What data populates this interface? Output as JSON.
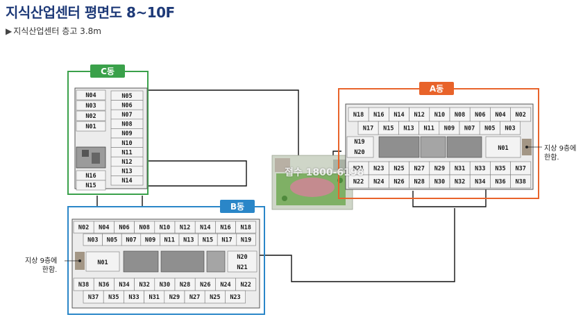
{
  "header": {
    "title": "지식산업센터 평면도 8~10F",
    "subtitle": "지식산업센터 층고 3.8m"
  },
  "buildings": {
    "c": {
      "label": "C동",
      "color": "#3aa14a",
      "left_units": [
        "N04",
        "N03",
        "N02",
        "N01",
        "N16",
        "N15"
      ],
      "right_units": [
        "N05",
        "N06",
        "N07",
        "N08",
        "N09",
        "N10",
        "N11",
        "N12",
        "N13",
        "N14"
      ]
    },
    "a": {
      "label": "A동",
      "color": "#e8632a",
      "top_row_1": [
        "N18",
        "N16",
        "N14",
        "N12",
        "N10",
        "N08",
        "N06",
        "N04",
        "N02"
      ],
      "top_row_2": [
        "N17",
        "N15",
        "N13",
        "N11",
        "N09",
        "N07",
        "N05",
        "N03"
      ],
      "mid_units": [
        "N19",
        "N20",
        "N01"
      ],
      "bottom_row_1": [
        "N21",
        "N23",
        "N25",
        "N27",
        "N29",
        "N31",
        "N33",
        "N35",
        "N37"
      ],
      "bottom_row_2": [
        "N22",
        "N24",
        "N26",
        "N28",
        "N30",
        "N32",
        "N34",
        "N36",
        "N38"
      ],
      "note": "지상 9층에\n한함."
    },
    "b": {
      "label": "B동",
      "color": "#2a86c8",
      "top_row_1": [
        "N02",
        "N04",
        "N06",
        "N08",
        "N10",
        "N12",
        "N14",
        "N16",
        "N18"
      ],
      "top_row_2": [
        "N03",
        "N05",
        "N07",
        "N09",
        "N11",
        "N13",
        "N15",
        "N17",
        "N19"
      ],
      "mid_units": [
        "N01",
        "N20",
        "N21"
      ],
      "bottom_row_1": [
        "N38",
        "N36",
        "N34",
        "N32",
        "N30",
        "N28",
        "N26",
        "N24",
        "N22"
      ],
      "bottom_row_2": [
        "N37",
        "N35",
        "N33",
        "N31",
        "N29",
        "N27",
        "N25",
        "N23"
      ],
      "note": "지상 9층에\n한함."
    }
  },
  "site": {
    "contact": "접수 1800-6198"
  }
}
